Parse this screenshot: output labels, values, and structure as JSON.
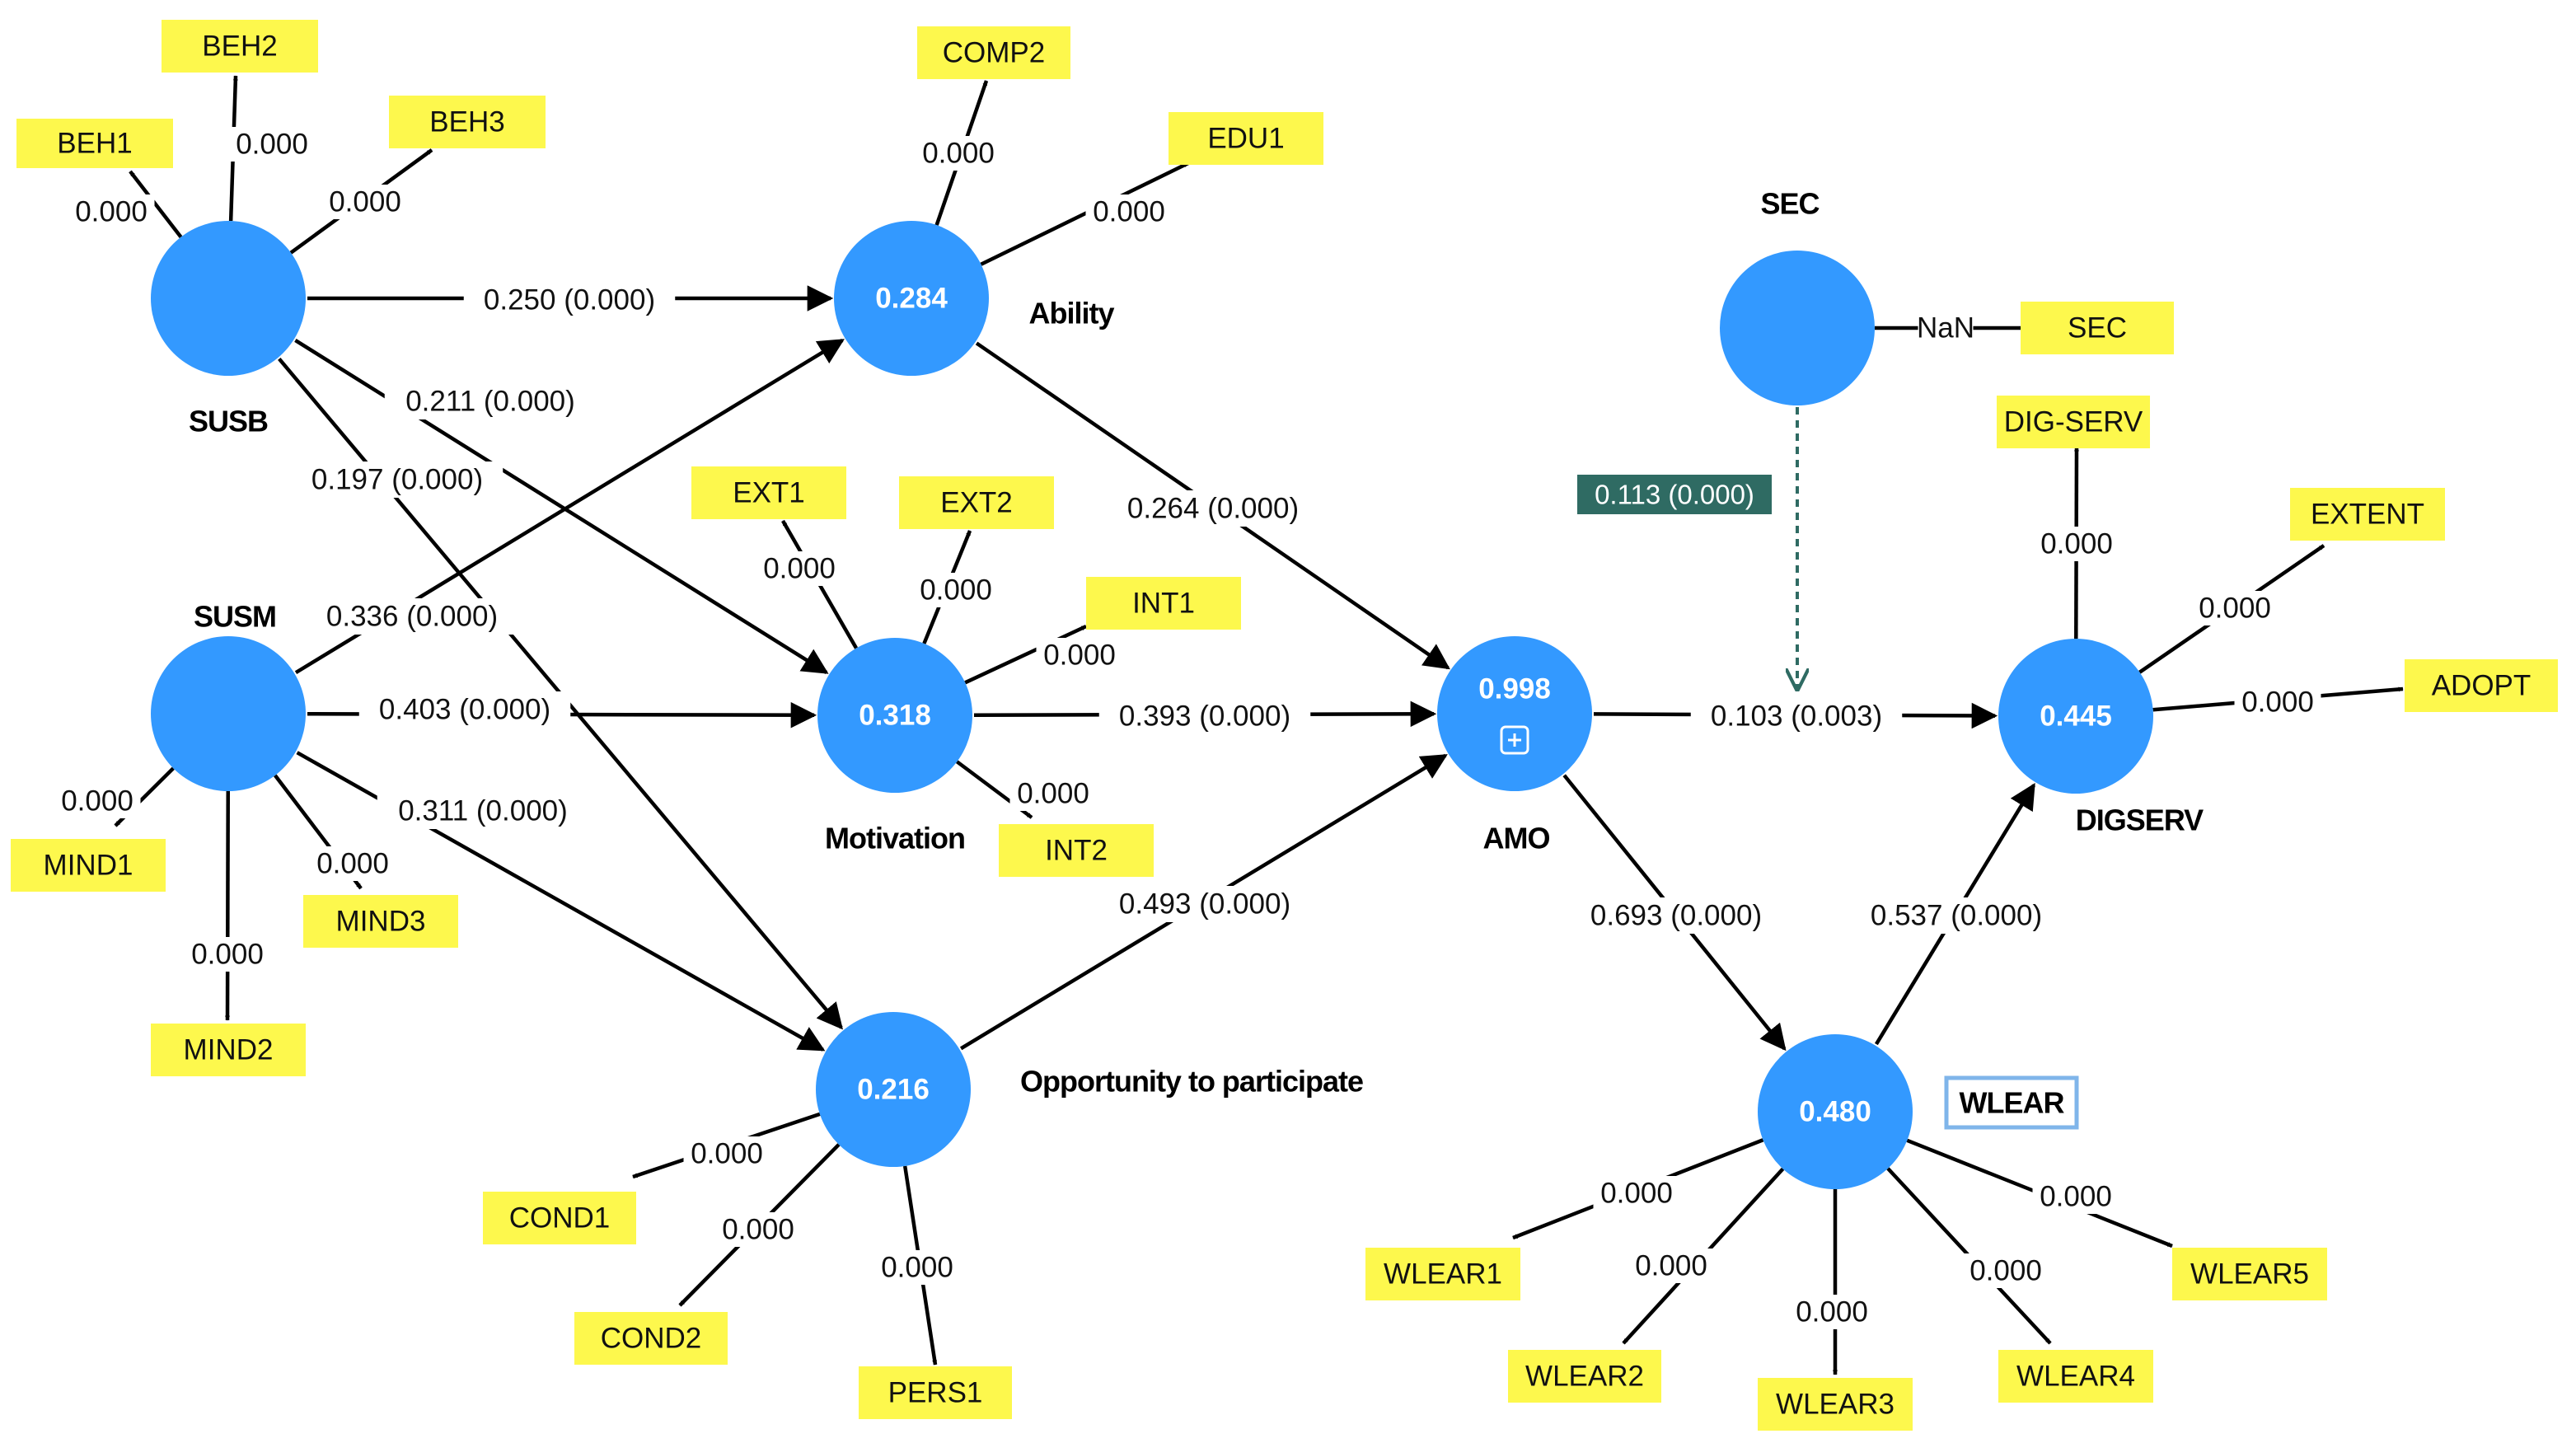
{
  "constructs": [
    {
      "id": "SUSB",
      "name": "SUSB",
      "value": ""
    },
    {
      "id": "SUSM",
      "name": "SUSM",
      "value": ""
    },
    {
      "id": "ABI",
      "name": "Ability",
      "value": "0.284"
    },
    {
      "id": "MOT",
      "name": "Motivation",
      "value": "0.318"
    },
    {
      "id": "OPP",
      "name": "Opportunity to participate",
      "value": "0.216"
    },
    {
      "id": "AMO",
      "name": "AMO",
      "value": "0.998",
      "expand_icon": "plus-square-icon"
    },
    {
      "id": "SEC",
      "name": "SEC",
      "value": ""
    },
    {
      "id": "DIG",
      "name": "DIGSERV",
      "value": "0.445"
    },
    {
      "id": "WLE",
      "name": "WLEAR",
      "value": "0.480",
      "selected": true
    }
  ],
  "indicators": [
    {
      "name": "BEH1",
      "construct": "SUSB",
      "loading": "0.000"
    },
    {
      "name": "BEH2",
      "construct": "SUSB",
      "loading": "0.000"
    },
    {
      "name": "BEH3",
      "construct": "SUSB",
      "loading": "0.000"
    },
    {
      "name": "MIND1",
      "construct": "SUSM",
      "loading": "0.000"
    },
    {
      "name": "MIND2",
      "construct": "SUSM",
      "loading": "0.000"
    },
    {
      "name": "MIND3",
      "construct": "SUSM",
      "loading": "0.000"
    },
    {
      "name": "COMP2",
      "construct": "Ability",
      "loading": "0.000"
    },
    {
      "name": "EDU1",
      "construct": "Ability",
      "loading": "0.000"
    },
    {
      "name": "EXT1",
      "construct": "Motivation",
      "loading": "0.000"
    },
    {
      "name": "EXT2",
      "construct": "Motivation",
      "loading": "0.000"
    },
    {
      "name": "INT1",
      "construct": "Motivation",
      "loading": "0.000"
    },
    {
      "name": "INT2",
      "construct": "Motivation",
      "loading": "0.000"
    },
    {
      "name": "COND1",
      "construct": "Opportunity to participate",
      "loading": "0.000"
    },
    {
      "name": "COND2",
      "construct": "Opportunity to participate",
      "loading": "0.000"
    },
    {
      "name": "PERS1",
      "construct": "Opportunity to participate",
      "loading": "0.000"
    },
    {
      "name": "SEC",
      "construct": "SEC",
      "loading": "NaN"
    },
    {
      "name": "DIG-SERV",
      "construct": "DIGSERV",
      "loading": "0.000"
    },
    {
      "name": "EXTENT",
      "construct": "DIGSERV",
      "loading": "0.000"
    },
    {
      "name": "ADOPT",
      "construct": "DIGSERV",
      "loading": "0.000"
    },
    {
      "name": "WLEAR1",
      "construct": "WLEAR",
      "loading": "0.000"
    },
    {
      "name": "WLEAR2",
      "construct": "WLEAR",
      "loading": "0.000"
    },
    {
      "name": "WLEAR3",
      "construct": "WLEAR",
      "loading": "0.000"
    },
    {
      "name": "WLEAR4",
      "construct": "WLEAR",
      "loading": "0.000"
    },
    {
      "name": "WLEAR5",
      "construct": "WLEAR",
      "loading": "0.000"
    }
  ],
  "paths": [
    {
      "from": "SUSB",
      "to": "Ability",
      "label": "0.250 (0.000)"
    },
    {
      "from": "SUSB",
      "to": "Motivation",
      "label": "0.211 (0.000)"
    },
    {
      "from": "SUSB",
      "to": "Opportunity to participate",
      "label": "0.197 (0.000)"
    },
    {
      "from": "SUSM",
      "to": "Ability",
      "label": "0.336 (0.000)"
    },
    {
      "from": "SUSM",
      "to": "Motivation",
      "label": "0.403 (0.000)"
    },
    {
      "from": "SUSM",
      "to": "Opportunity to participate",
      "label": "0.311 (0.000)"
    },
    {
      "from": "Ability",
      "to": "AMO",
      "label": "0.264 (0.000)"
    },
    {
      "from": "Motivation",
      "to": "AMO",
      "label": "0.393 (0.000)"
    },
    {
      "from": "Opportunity to participate",
      "to": "AMO",
      "label": "0.493 (0.000)"
    },
    {
      "from": "AMO",
      "to": "DIGSERV",
      "label": "0.103 (0.003)"
    },
    {
      "from": "AMO",
      "to": "WLEAR",
      "label": "0.693 (0.000)"
    },
    {
      "from": "WLEAR",
      "to": "DIGSERV",
      "label": "0.537 (0.000)"
    },
    {
      "from": "SEC",
      "to": "AMO → DIGSERV",
      "label": "0.113 (0.000)",
      "moderating": true
    }
  ],
  "colors": {
    "construct": "#3399ff",
    "indicator": "#fdf84d",
    "moderation": "#2f6b63",
    "selection": "#7fb5ea"
  }
}
